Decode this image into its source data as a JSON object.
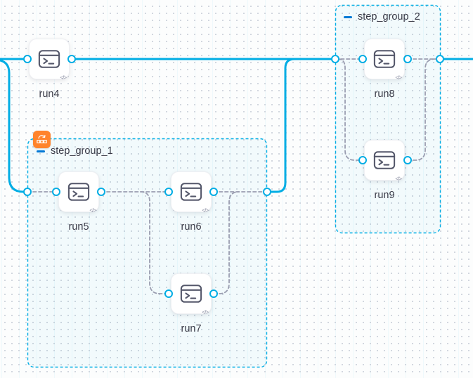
{
  "canvas": {
    "type": "pipeline-graph-editor"
  },
  "palette": {
    "flow_line": "#00ade4",
    "dashed_line": "#9a9db0",
    "group_border": "#00ade4",
    "group_fill_tint": "rgba(0,173,228,0.04)",
    "node_label": "#383946",
    "collapse_minus": "#0278d5",
    "loop_badge_orange": "#ff832b",
    "port_ring": "#00ade4",
    "icon_stroke": "#54576a"
  },
  "nodes": [
    {
      "id": "run4",
      "label": "run4",
      "icon": "terminal-icon"
    },
    {
      "id": "run5",
      "label": "run5",
      "icon": "terminal-icon"
    },
    {
      "id": "run6",
      "label": "run6",
      "icon": "terminal-icon"
    },
    {
      "id": "run7",
      "label": "run7",
      "icon": "terminal-icon"
    },
    {
      "id": "run8",
      "label": "run8",
      "icon": "terminal-icon"
    },
    {
      "id": "run9",
      "label": "run9",
      "icon": "terminal-icon"
    }
  ],
  "groups": [
    {
      "id": "step_group_1",
      "label": "step_group_1",
      "collapse_icon": "minus-icon",
      "badge": "loop-strategy-badge"
    },
    {
      "id": "step_group_2",
      "label": "step_group_2",
      "collapse_icon": "minus-icon"
    }
  ],
  "glyphs": {
    "code": "</>"
  }
}
